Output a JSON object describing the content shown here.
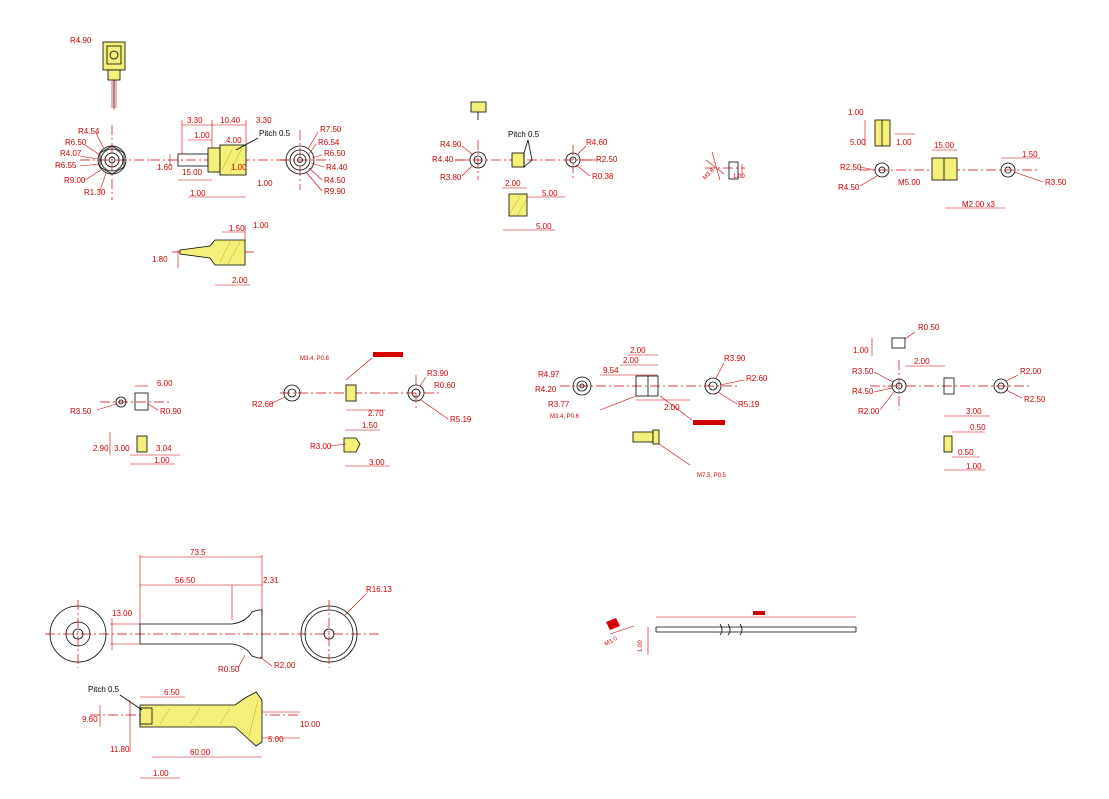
{
  "colors": {
    "dimension": "#d40000",
    "outline": "#000000",
    "section_fill": "#f4f07a",
    "background": "#ffffff"
  },
  "part1": {
    "top": [
      "R4.90"
    ],
    "left": [
      "R4.54",
      "R6.50",
      "R4.07",
      "R6.55",
      "R9.00",
      "R1.30"
    ],
    "mid": [
      "3.30",
      "10.40",
      "3.30",
      "1.00",
      "4.00",
      "1.00",
      "1.60",
      "15.00",
      "1.00",
      "1.00"
    ],
    "pitch": "Pitch 0.5",
    "right": [
      "R7.50",
      "R6.54",
      "R6.50",
      "R4.40",
      "R4.50",
      "R9.90"
    ],
    "section": [
      "1.50",
      "1.00",
      "1.80",
      "2.00"
    ]
  },
  "part2": {
    "labels": [
      "R4.90",
      "R4.40",
      "R3.80",
      "R4.60",
      "R2.50",
      "R0.38",
      "2.00",
      "5.00",
      "5.00"
    ],
    "pitch": "Pitch 0.5"
  },
  "part3": {
    "small": [
      "1.00",
      "M3.8"
    ]
  },
  "part4": {
    "labels": [
      "1.00",
      "5.00",
      "1.00",
      "15.00",
      "R2.50",
      "R4.50",
      "M5.00",
      "1.50",
      "R3.50",
      "M2.00 x3"
    ]
  },
  "part5": {
    "labels": [
      "6.00",
      "R3.50",
      "R0.90",
      "2.90",
      "3.00",
      "3.04",
      "1.00"
    ]
  },
  "part6": {
    "labels": [
      "M3.4, P0.6",
      "R2.60",
      "R3.90",
      "R0.60",
      "2.70",
      "R5.19",
      "1.50",
      "R3.00",
      "3.00"
    ]
  },
  "part7": {
    "labels": [
      "2.00",
      "2.00",
      "9.54",
      "R4.97",
      "R4.20",
      "R3.77",
      "M3.4, P0.6",
      "R3.90",
      "R2.60",
      "2.00",
      "R5.19",
      "M7.5, P0.5"
    ]
  },
  "part8": {
    "labels": [
      "R0.50",
      "1.00",
      "2.00",
      "R3.50",
      "R4.50",
      "R2.00",
      "R2.00",
      "R2.50",
      "3.00",
      "0.50",
      "0.50",
      "1.00"
    ]
  },
  "part9": {
    "labels": [
      "73.5",
      "56.50",
      "2.31",
      "13.00",
      "R16.13",
      "R0.50",
      "R2.00"
    ],
    "section": [
      "Pitch 0.5",
      "6.50",
      "9.60",
      "11.80",
      "60.00",
      "1.00",
      "10.00",
      "5.00"
    ]
  },
  "part10": {
    "labels": [
      "1.00",
      "M1.0"
    ]
  }
}
